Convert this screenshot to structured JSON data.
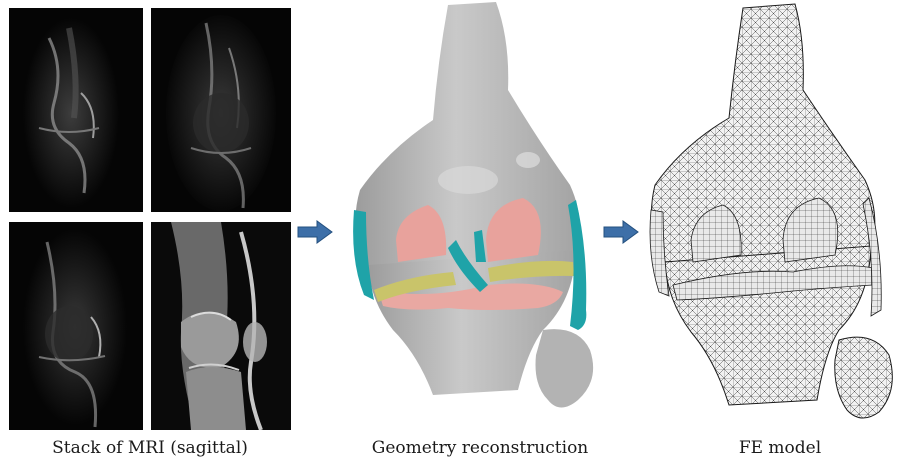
{
  "captions": {
    "mri": "Stack of MRI (sagittal)",
    "geometry": "Geometry reconstruction",
    "fe": "FE model"
  },
  "colors": {
    "bone": "#b5b5b5",
    "cartilage": "#e8a29c",
    "meniscus": "#c9c46a",
    "ligament": "#1fa3a8",
    "arrow": "#3d6fa8",
    "mesh": "#2a2a2a"
  },
  "icons": {
    "arrow": "right-arrow-icon"
  }
}
